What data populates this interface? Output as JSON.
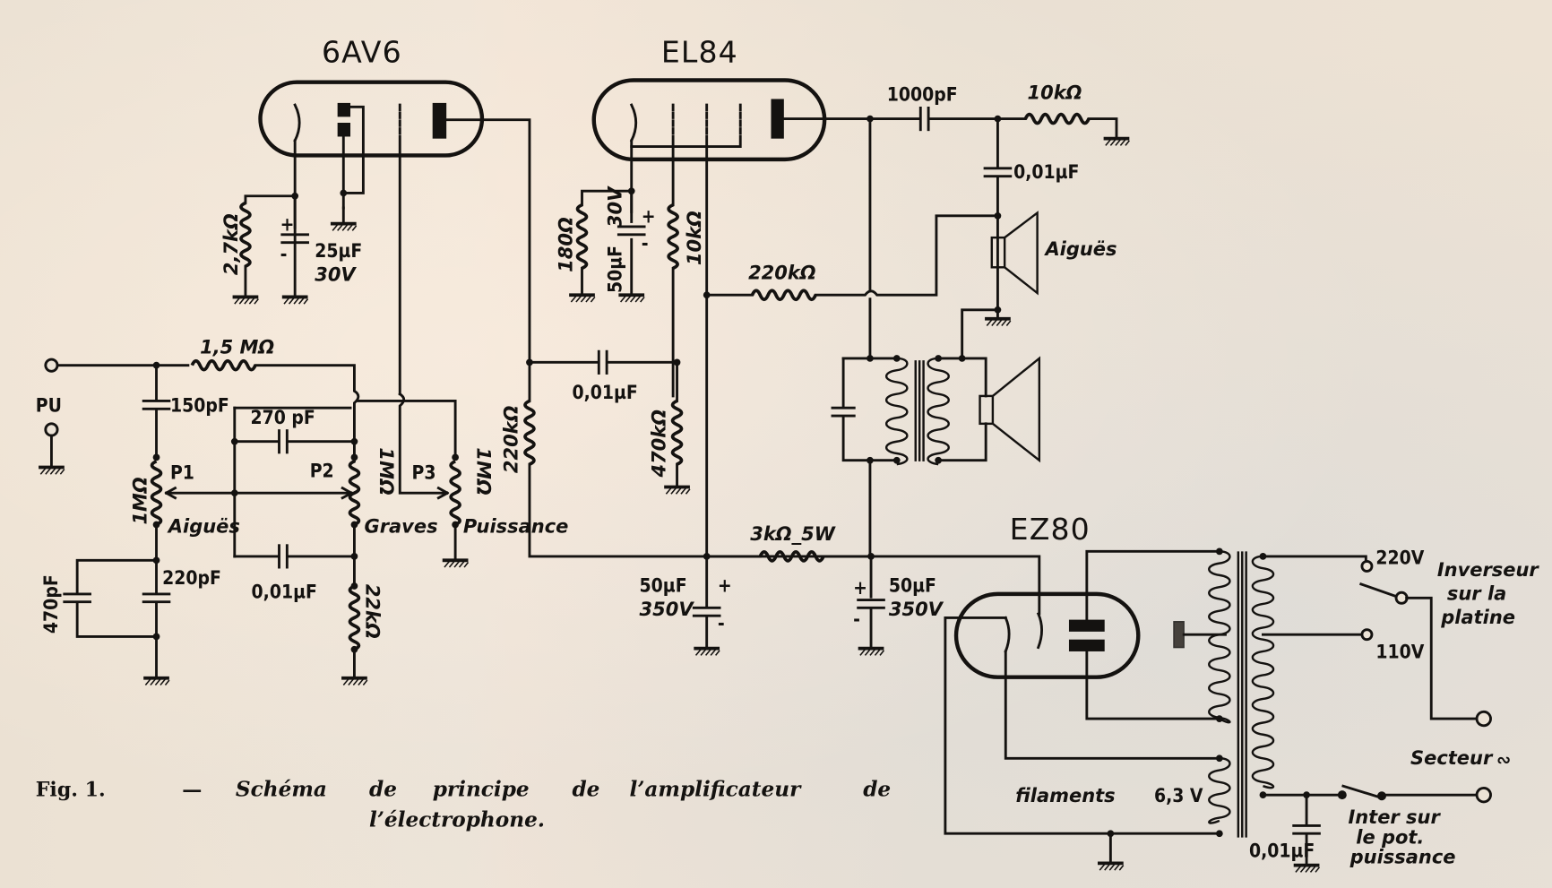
{
  "figure": {
    "caption_label": "Fig. 1.",
    "caption_dash": "—",
    "caption_line1_words": [
      "Schéma",
      "de",
      "principe",
      "de",
      "l’amplificateur",
      "de"
    ],
    "caption_line2": "l’électrophone."
  },
  "tubes": {
    "preamp": "6AV6",
    "output": "EL84",
    "rectifier": "EZ80"
  },
  "input": {
    "pickup_label": "PU"
  },
  "components": {
    "r_feedback": "1,5 MΩ",
    "c_150": "150pF",
    "c_270": "270 pF",
    "p1_label": "P1",
    "p1_value": "1MΩ",
    "p1_name": "Aiguës",
    "p2_label": "P2",
    "p2_value": "1MΩ",
    "p2_name": "Graves",
    "p3_label": "P3",
    "p3_value": "1MΩ",
    "p3_name": "Puissance",
    "c_220": "220pF",
    "c_470": "470pF",
    "c_001_tone": "0,01µF",
    "r_22k": "22kΩ",
    "r_cathode_6av6": "2,7kΩ",
    "c_cathode_6av6": "25µF",
    "c_cathode_6av6_v": "30V",
    "r_cathode_el84": "180Ω",
    "c_cathode_el84": "50µF",
    "c_cathode_el84_v": "30V",
    "r_g2_el84": "10kΩ",
    "r_plate_6av6": "220kΩ",
    "c_coupling": "0,01µF",
    "r_grid_el84": "470kΩ",
    "r_nfb": "220kΩ",
    "c_1000": "1000pF",
    "r_10k_tweeter": "10kΩ",
    "c_001_tweeter": "0,01µF",
    "tweeter_label": "Aiguës",
    "r_filter": "3kΩ_5W",
    "c_filter1": "50µF",
    "c_filter1_v": "350V",
    "c_filter2": "50µF",
    "c_filter2_v": "350V",
    "tap_220": "220V",
    "tap_110": "110V",
    "selector_label": [
      "Inverseur",
      "sur la",
      "platine"
    ],
    "mains_label": "Secteur",
    "mains_symbol": "∾",
    "switch_label": [
      "Inter sur",
      "le pot.",
      "puissance"
    ],
    "filaments_label": "filaments",
    "filaments_voltage": "6,3 V",
    "c_001_mains": "0,01µF",
    "plus": "+",
    "minus": "-"
  }
}
